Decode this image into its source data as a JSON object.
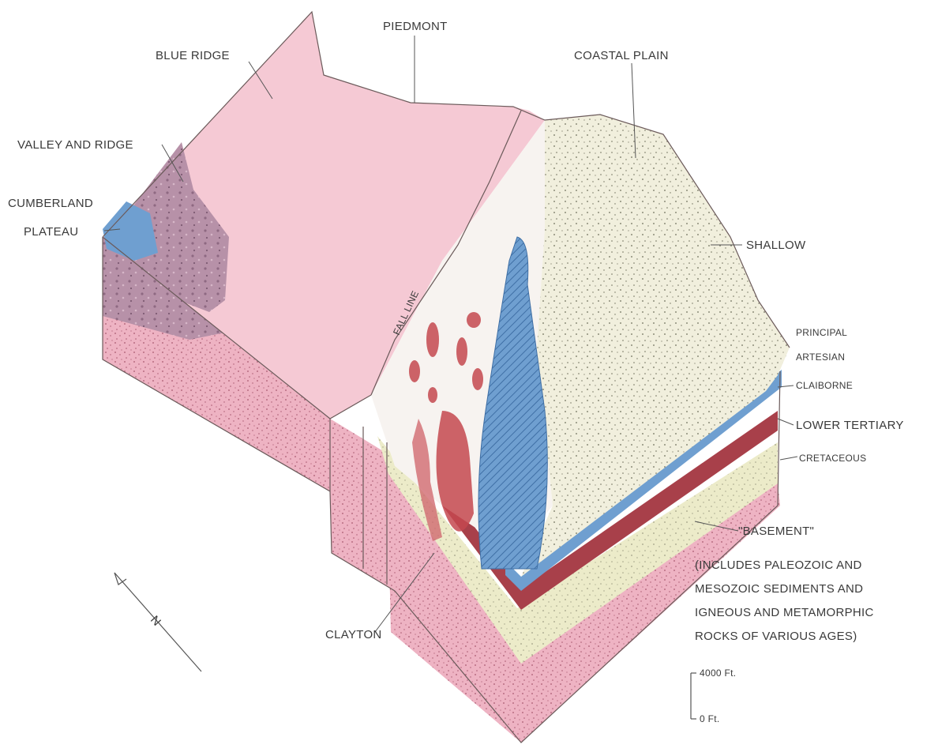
{
  "regions": {
    "blue_ridge": "BLUE RIDGE",
    "piedmont": "PIEDMONT",
    "coastal_plain": "COASTAL PLAIN",
    "valley_and_ridge": "VALLEY AND RIDGE",
    "cumberland_line1": "CUMBERLAND",
    "cumberland_line2": "PLATEAU"
  },
  "fall_line": "FALL LINE",
  "aquifers": {
    "shallow": "SHALLOW",
    "principal_line1": "PRINCIPAL",
    "principal_line2": "ARTESIAN",
    "claiborne": "CLAIBORNE",
    "lower_tertiary": "LOWER TERTIARY",
    "cretaceous": "CRETACEOUS",
    "clayton": "CLAYTON"
  },
  "basement": {
    "title": "\"BASEMENT\"",
    "line1": "(INCLUDES PALEOZOIC AND",
    "line2": "MESOZOIC SEDIMENTS AND",
    "line3": "IGNEOUS AND METAMORPHIC",
    "line4": "ROCKS OF VARIOUS AGES)"
  },
  "scale": {
    "top": "4000 Ft.",
    "bottom": "0 Ft."
  },
  "north_arrow": "N",
  "colors": {
    "piedmont_pink": "#f5c9d4",
    "basement_pink": "#eeb3c3",
    "coastal_cream": "#f1efdd",
    "aquifer_blue": "#6f9fd0",
    "clayton_red": "#c4484f",
    "valley_purple": "#b791a8",
    "cretaceous_yellow": "#ecebc9"
  }
}
